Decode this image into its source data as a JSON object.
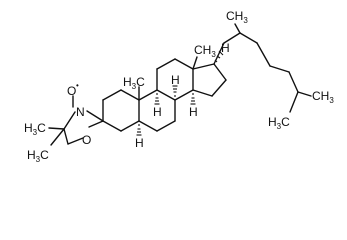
{
  "molecule": {
    "atom_labels": {
      "radical_o": "O",
      "radical_dot": "•",
      "nitrogen": "N",
      "ring_o": "O",
      "c10_h3c": "H",
      "c10_h3c_sub": "3",
      "c10_h3c_c": "C",
      "c13_ch3": "CH",
      "c13_ch3_sub": "3",
      "c20_ch3": "CH",
      "c20_ch3_sub": "3",
      "iso_ch3": "CH",
      "iso_ch3_sub": "3",
      "term_h3c": "H",
      "term_h3c_sub": "3",
      "term_h3c_c": "C",
      "ox_h3c_a": "H",
      "ox_h3c_a_sub": "3",
      "ox_h3c_a_c": "C",
      "ox_h3c_b": "H",
      "ox_h3c_b_sub": "3",
      "ox_h3c_b_c": "C",
      "h_c8": "H",
      "h_c9": "H",
      "h_c14": "H",
      "h_c17": "H",
      "h_c5": "H"
    }
  }
}
